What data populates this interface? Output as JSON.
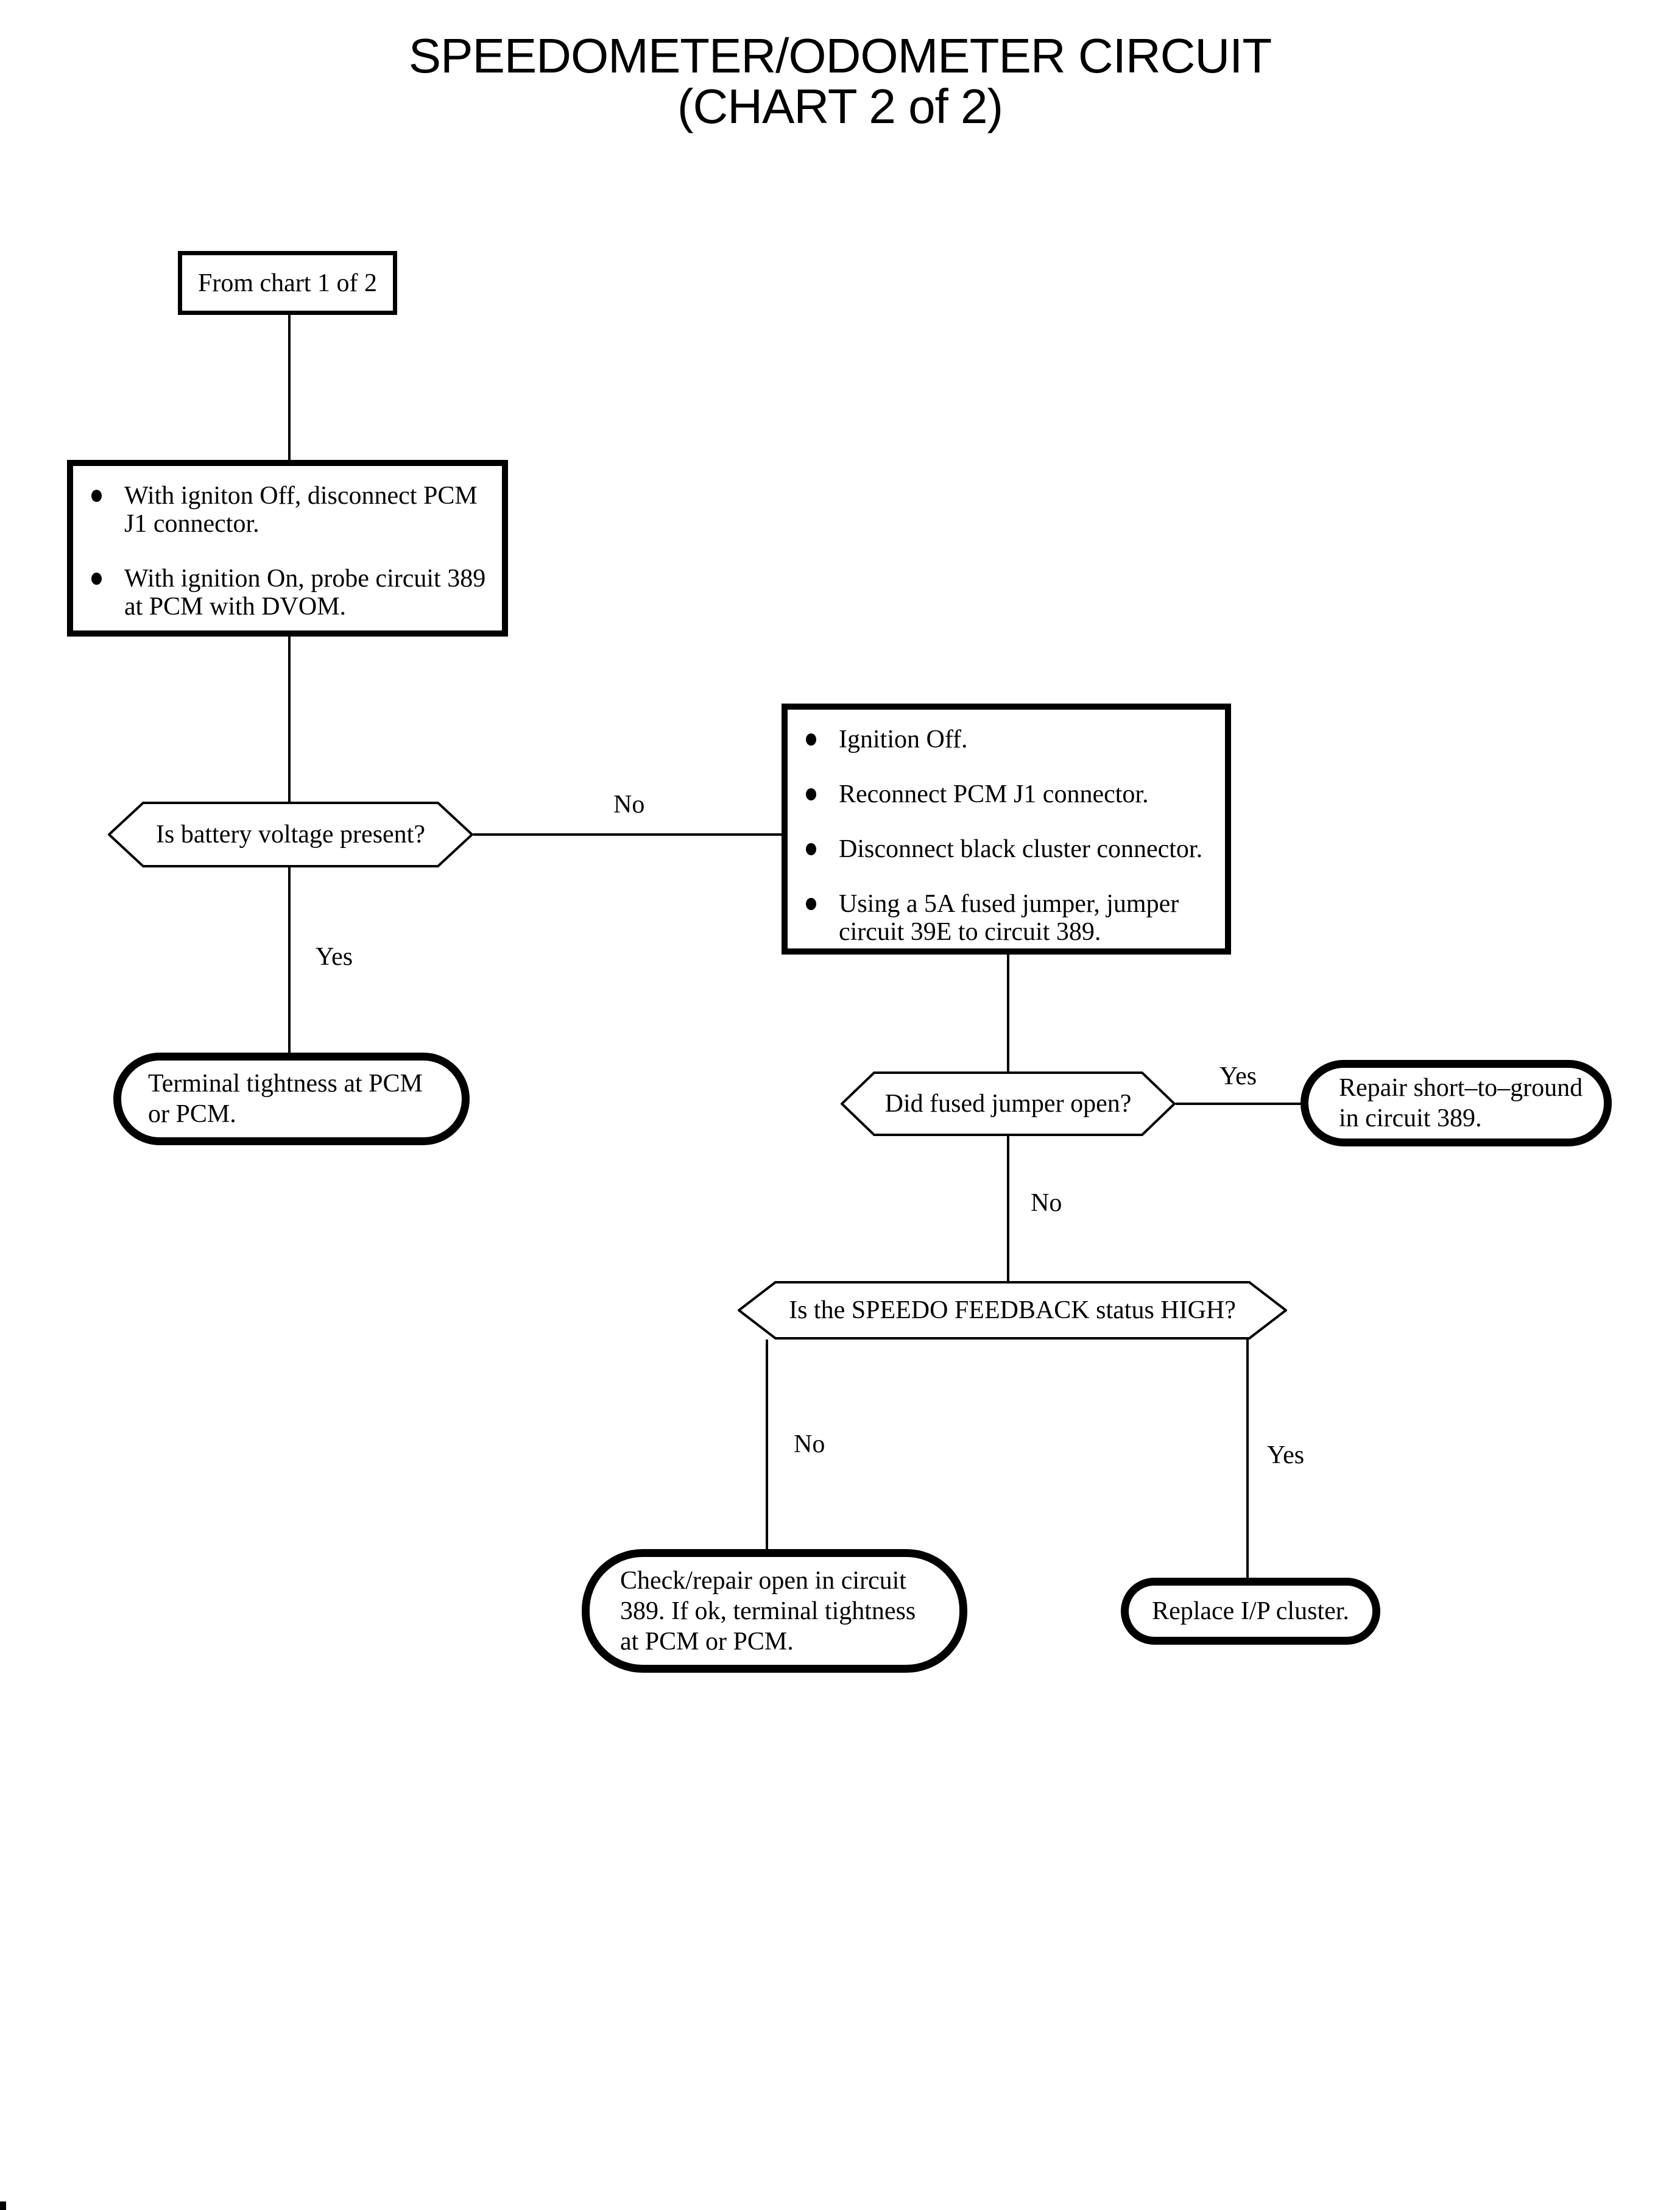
{
  "page": {
    "background": "#ffffff",
    "ink": "#000000"
  },
  "title": {
    "line1": "SPEEDOMETER/ODOMETER CIRCUIT",
    "line2": "(CHART 2 of 2)"
  },
  "nodes": {
    "start": {
      "label": "From chart 1 of 2"
    },
    "step_probe": {
      "items": [
        "With igniton Off, disconnect PCM\nJ1 connector.",
        "With ignition On, probe circuit 389\nat PCM with DVOM."
      ]
    },
    "decision_battery": {
      "label": "Is battery voltage present?"
    },
    "step_jumper": {
      "items": [
        "Ignition Off.",
        "Reconnect PCM J1 connector.",
        "Disconnect black cluster connector.",
        "Using a 5A fused jumper, jumper\ncircuit 39E to circuit 389."
      ]
    },
    "terminal_tightness": {
      "label": "Terminal tightness at PCM\nor PCM."
    },
    "decision_jumper_open": {
      "label": "Did fused jumper open?"
    },
    "terminal_repair_short": {
      "label": "Repair short–to–ground\nin circuit 389."
    },
    "decision_speedo_feedback": {
      "label": "Is the SPEEDO FEEDBACK status HIGH?"
    },
    "terminal_check_open": {
      "label": "Check/repair open in circuit\n389. If ok, terminal tightness\nat PCM or PCM."
    },
    "terminal_replace_cluster": {
      "label": "Replace I/P cluster."
    }
  },
  "edge_labels": {
    "battery_no": "No",
    "battery_yes": "Yes",
    "jumper_yes": "Yes",
    "jumper_no": "No",
    "feedback_no": "No",
    "feedback_yes": "Yes"
  }
}
